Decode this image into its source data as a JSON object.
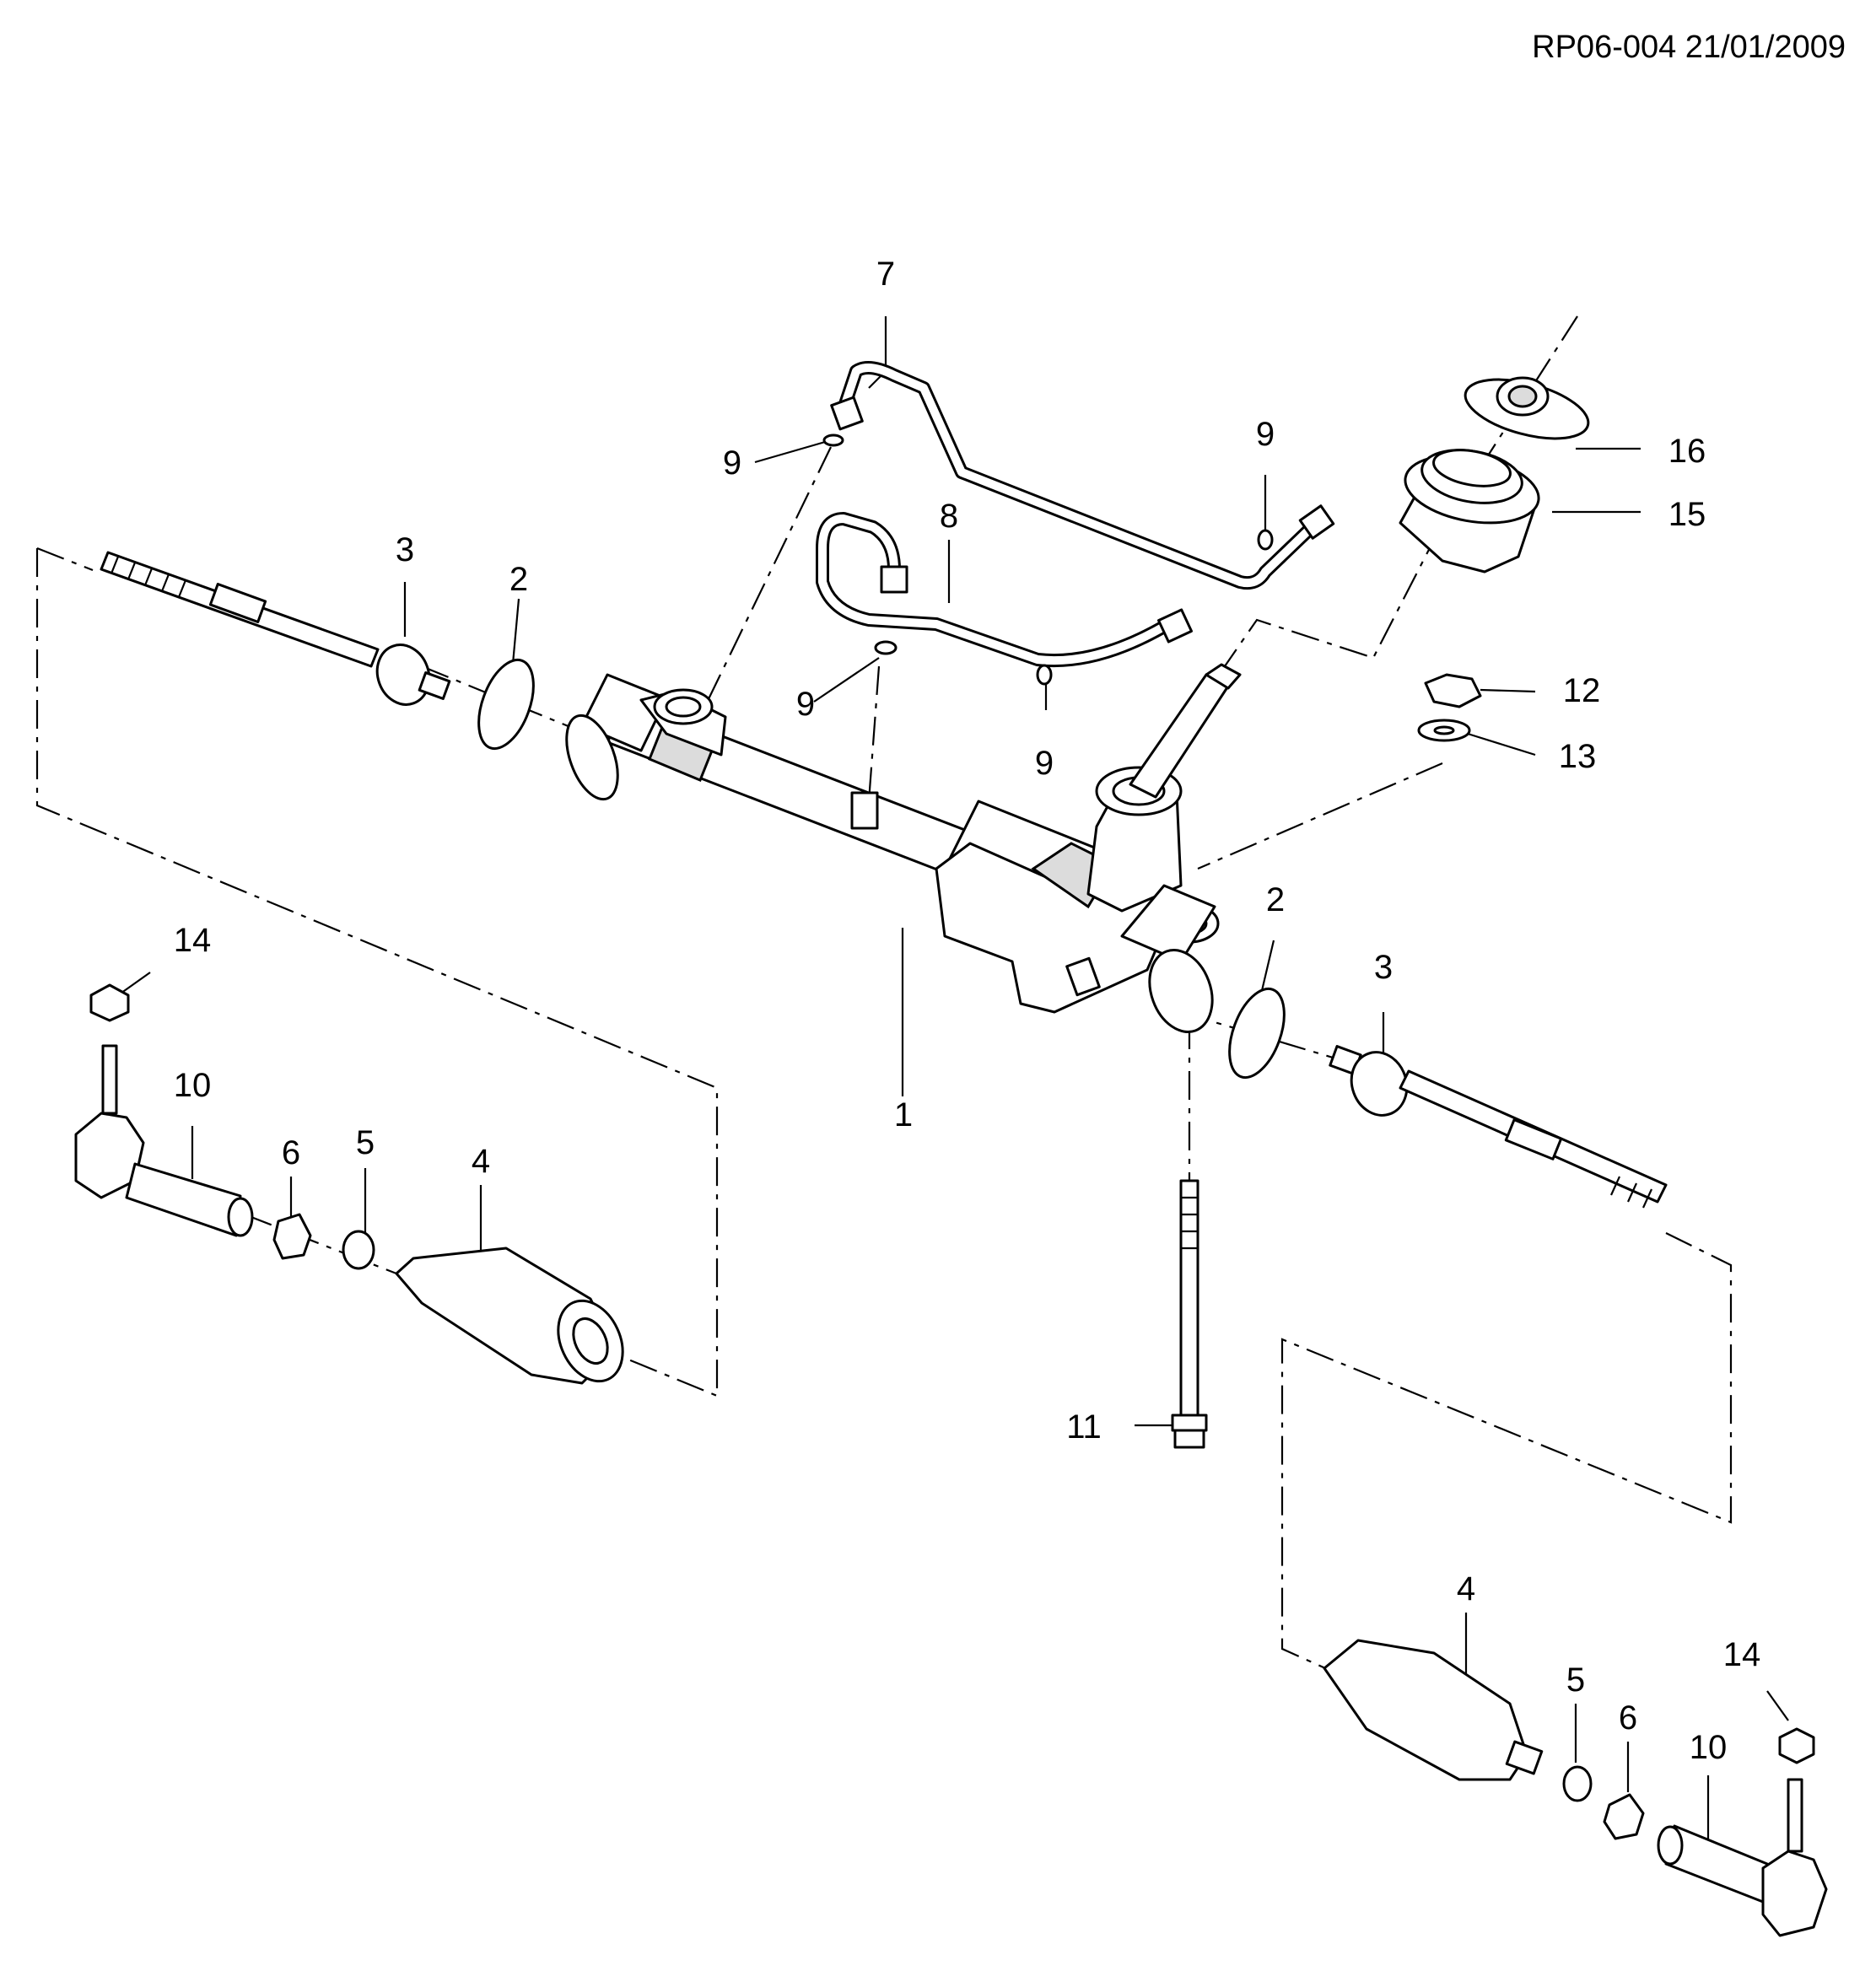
{
  "drawing_reference": "RP06-004 21/01/2009",
  "callouts": [
    {
      "id": "callout-1",
      "text": "1"
    },
    {
      "id": "callout-2-left",
      "text": "2"
    },
    {
      "id": "callout-2-right",
      "text": "2"
    },
    {
      "id": "callout-3-left",
      "text": "3"
    },
    {
      "id": "callout-3-right",
      "text": "3"
    },
    {
      "id": "callout-4-left",
      "text": "4"
    },
    {
      "id": "callout-4-right",
      "text": "4"
    },
    {
      "id": "callout-5-left",
      "text": "5"
    },
    {
      "id": "callout-5-right",
      "text": "5"
    },
    {
      "id": "callout-6-left",
      "text": "6"
    },
    {
      "id": "callout-6-right",
      "text": "6"
    },
    {
      "id": "callout-7",
      "text": "7"
    },
    {
      "id": "callout-8",
      "text": "8"
    },
    {
      "id": "callout-9-a",
      "text": "9"
    },
    {
      "id": "callout-9-b",
      "text": "9"
    },
    {
      "id": "callout-9-c",
      "text": "9"
    },
    {
      "id": "callout-9-d",
      "text": "9"
    },
    {
      "id": "callout-10-left",
      "text": "10"
    },
    {
      "id": "callout-10-right",
      "text": "10"
    },
    {
      "id": "callout-11",
      "text": "11"
    },
    {
      "id": "callout-12",
      "text": "12"
    },
    {
      "id": "callout-13",
      "text": "13"
    },
    {
      "id": "callout-14-left",
      "text": "14"
    },
    {
      "id": "callout-14-right",
      "text": "14"
    },
    {
      "id": "callout-15",
      "text": "15"
    },
    {
      "id": "callout-16",
      "text": "16"
    }
  ]
}
